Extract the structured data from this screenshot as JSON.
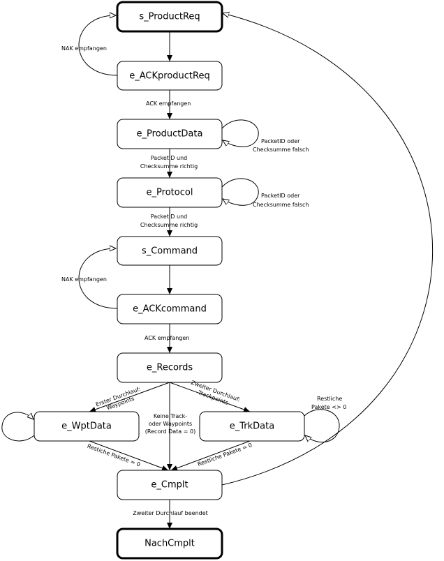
{
  "colors": {
    "stroke": "#000000",
    "fill": "#ffffff",
    "text": "#000000"
  },
  "states": {
    "s_productreq": "s_ProductReq",
    "e_ackproductreq": "e_ACKproductReq",
    "e_productdata": "e_ProductData",
    "e_protocol": "e_Protocol",
    "s_command": "s_Command",
    "e_ackcommand": "e_ACKcommand",
    "e_records": "e_Records",
    "e_wptdata": "e_WptData",
    "e_trkdata": "e_TrkData",
    "e_cmplt": "e_Cmplt",
    "nachcmplt": "NachCmplt"
  },
  "edges": {
    "nak_productreq": "NAK empfangen",
    "ack_productreq": "ACK empfangen",
    "productdata_loop_1": "PacketID oder",
    "productdata_loop_2": "Checksumme falsch",
    "productdata_ok_1": "PacketID und",
    "productdata_ok_2": "Checksumme richtig",
    "protocol_loop_1": "PacketID oder",
    "protocol_loop_2": "Checksumme falsch",
    "protocol_ok_1": "PacketID und",
    "protocol_ok_2": "Checksumme richtig",
    "nak_command": "NAK empfangen",
    "ack_command": "ACK empfangen",
    "first_pass_1": "Erster Durchlauf:",
    "first_pass_2": "Waypoints",
    "second_pass_1": "Zweiter Durchlauf:",
    "second_pass_2": "Trackpoints",
    "no_records_1": "Keine Track-",
    "no_records_2": "oder Waypoints",
    "no_records_3": "(Record Data = 0)",
    "trk_loop_1": "Restliche",
    "trk_loop_2": "Pakete <> 0",
    "wpt_done": "Restiche Pakete = 0",
    "trk_done": "Restliche Pakete = 0",
    "second_pass_done": "Zweiter Durchlauf beendet"
  }
}
